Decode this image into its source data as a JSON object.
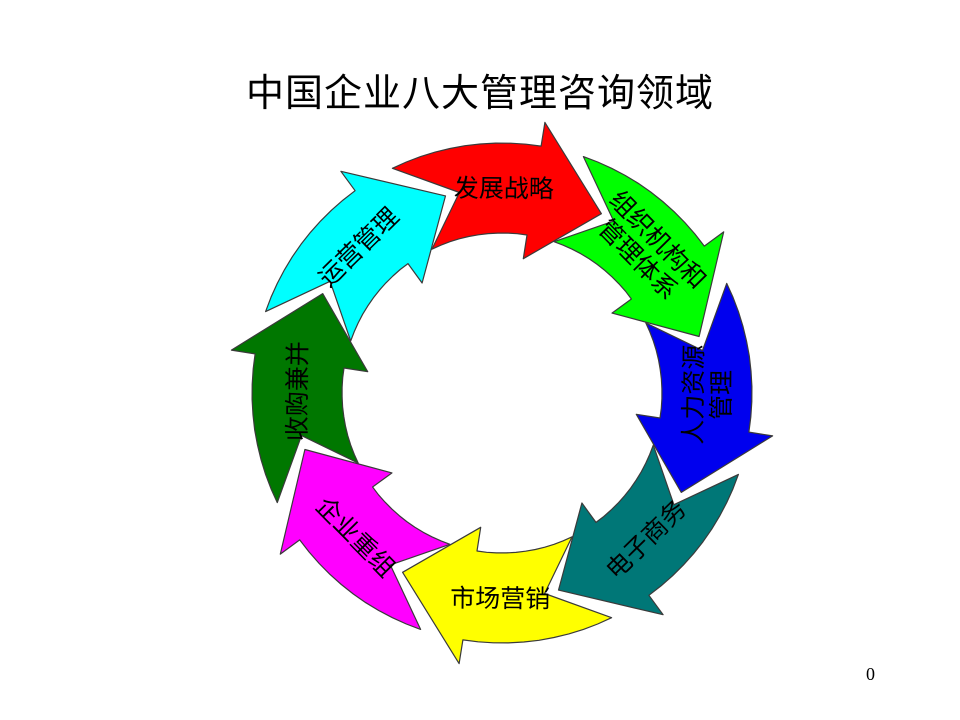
{
  "title": "中国企业八大管理咨询领域",
  "page_number": "0",
  "segments": [
    {
      "id": "strategy",
      "lines": [
        "发展战略"
      ],
      "color": "#ff0000"
    },
    {
      "id": "organization",
      "lines": [
        "组织机构和",
        "管理体系"
      ],
      "color": "#00ff00"
    },
    {
      "id": "hr",
      "lines": [
        "人力资源",
        "管理"
      ],
      "color": "#0000ee"
    },
    {
      "id": "ecommerce",
      "lines": [
        "电子商务"
      ],
      "color": "#007777"
    },
    {
      "id": "marketing",
      "lines": [
        "市场营销"
      ],
      "color": "#ffff00"
    },
    {
      "id": "restructure",
      "lines": [
        "企业重组"
      ],
      "color": "#ff00ff"
    },
    {
      "id": "ma",
      "lines": [
        "收购兼并"
      ],
      "color": "#007700"
    },
    {
      "id": "operations",
      "lines": [
        "运营管理"
      ],
      "color": "#00ffff"
    }
  ]
}
